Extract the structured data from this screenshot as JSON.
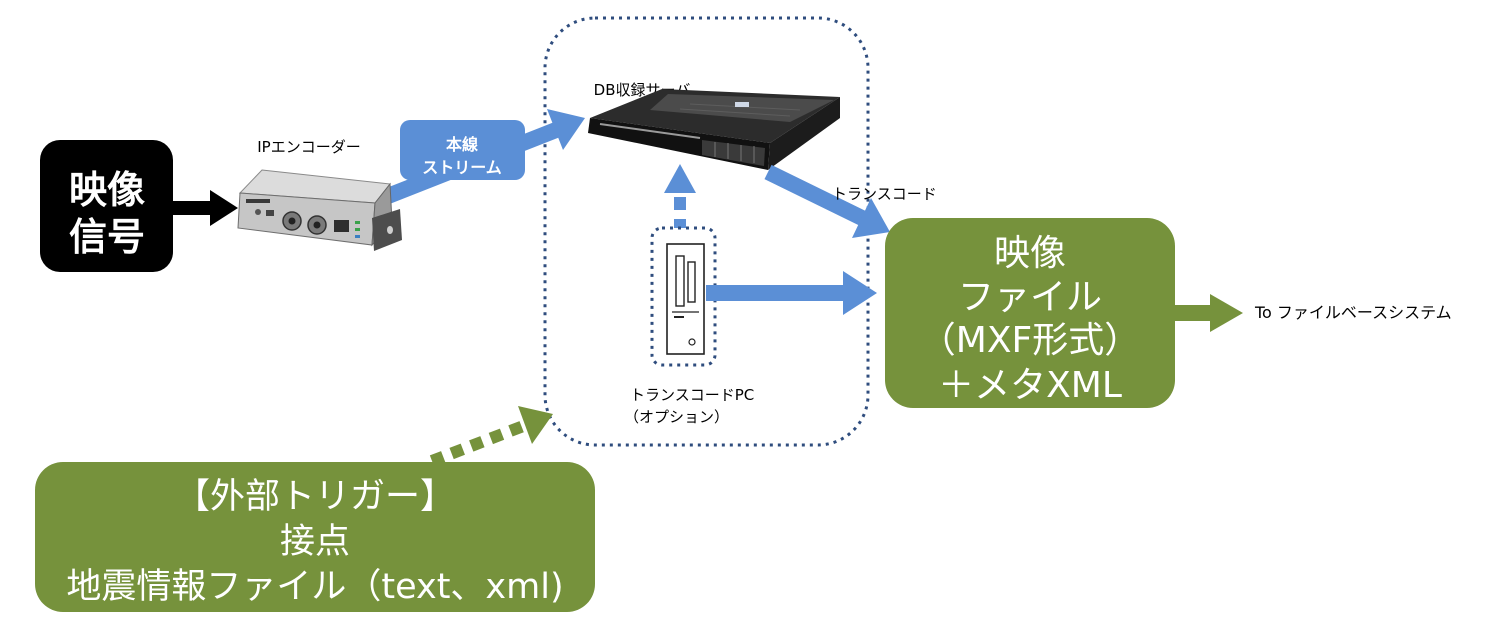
{
  "diagram": {
    "video_signal": {
      "lines": [
        "映像",
        "信号"
      ]
    },
    "ip_encoder": {
      "label": "IPエンコーダー",
      "icon": "ip-encoder-icon"
    },
    "main_stream": {
      "lines": [
        "本線",
        "ストリーム"
      ]
    },
    "db_server": {
      "label": "DB収録サーバ",
      "icon": "rack-server-icon"
    },
    "transcode": {
      "label": "トランスコード"
    },
    "transcode_pc": {
      "lines": [
        "トランスコードPC",
        "（オプション）"
      ],
      "icon": "tower-pc-icon"
    },
    "video_file": {
      "lines": [
        "映像",
        "ファイル",
        "（MXF形式）",
        "＋メタXML"
      ]
    },
    "destination": {
      "label": "To ファイルベースシステム"
    },
    "external_trigger": {
      "lines": [
        "【外部トリガー】",
        "接点",
        "地震情報ファイル（text、xml)"
      ]
    }
  },
  "colors": {
    "signal_box": "#000000",
    "stream_blue": "#5b8fd6",
    "file_green": "#76923c",
    "group_border": "#2f4d7e"
  }
}
